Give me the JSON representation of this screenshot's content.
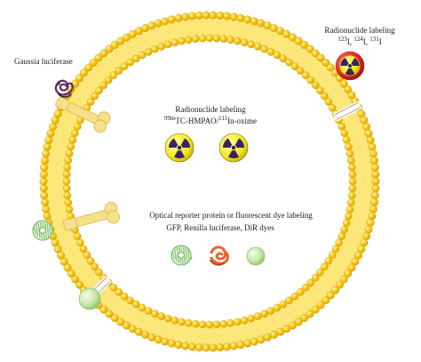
{
  "labels": {
    "gaussia": "Gaussia luciferase",
    "radio_top": "Radionuclide labeling",
    "radio_top_isotopes": {
      "i1_mass": "123",
      "i1_el": "I, ",
      "i2_mass": "124",
      "i2_el": "I, ",
      "i3_mass": "131",
      "i3_el": "I"
    },
    "radio_center": "Radionuclide labeling",
    "radio_center_isotopes": {
      "tc_mass": "99m",
      "tc_el": "TC-HMPAO/",
      "in_mass": "111",
      "in_el": "In-oxime"
    },
    "optical_line1": "Optical reporter protein or fluorescent dye labeling",
    "optical_line2": "GFP, Renilla luciferase, DiR dyes"
  },
  "colors": {
    "membrane_head": "#f5c518",
    "membrane_tail": "#fbe77a",
    "receptor": "#f6e08a",
    "radiation_yellow": "#f3e81a",
    "radiation_purple": "#3b2360",
    "radiation_red_bg": "#e21b23",
    "gfp_green": "#8cc97a",
    "renilla_orange": "#e8632a",
    "dye_green": "#c9e9a9",
    "gaussia_purple": "#5a2a6b"
  },
  "icons": [
    "radiation-icon",
    "gfp-protein-icon",
    "renilla-luciferase-icon",
    "dir-dye-sphere-icon",
    "gaussia-luciferase-icon"
  ]
}
